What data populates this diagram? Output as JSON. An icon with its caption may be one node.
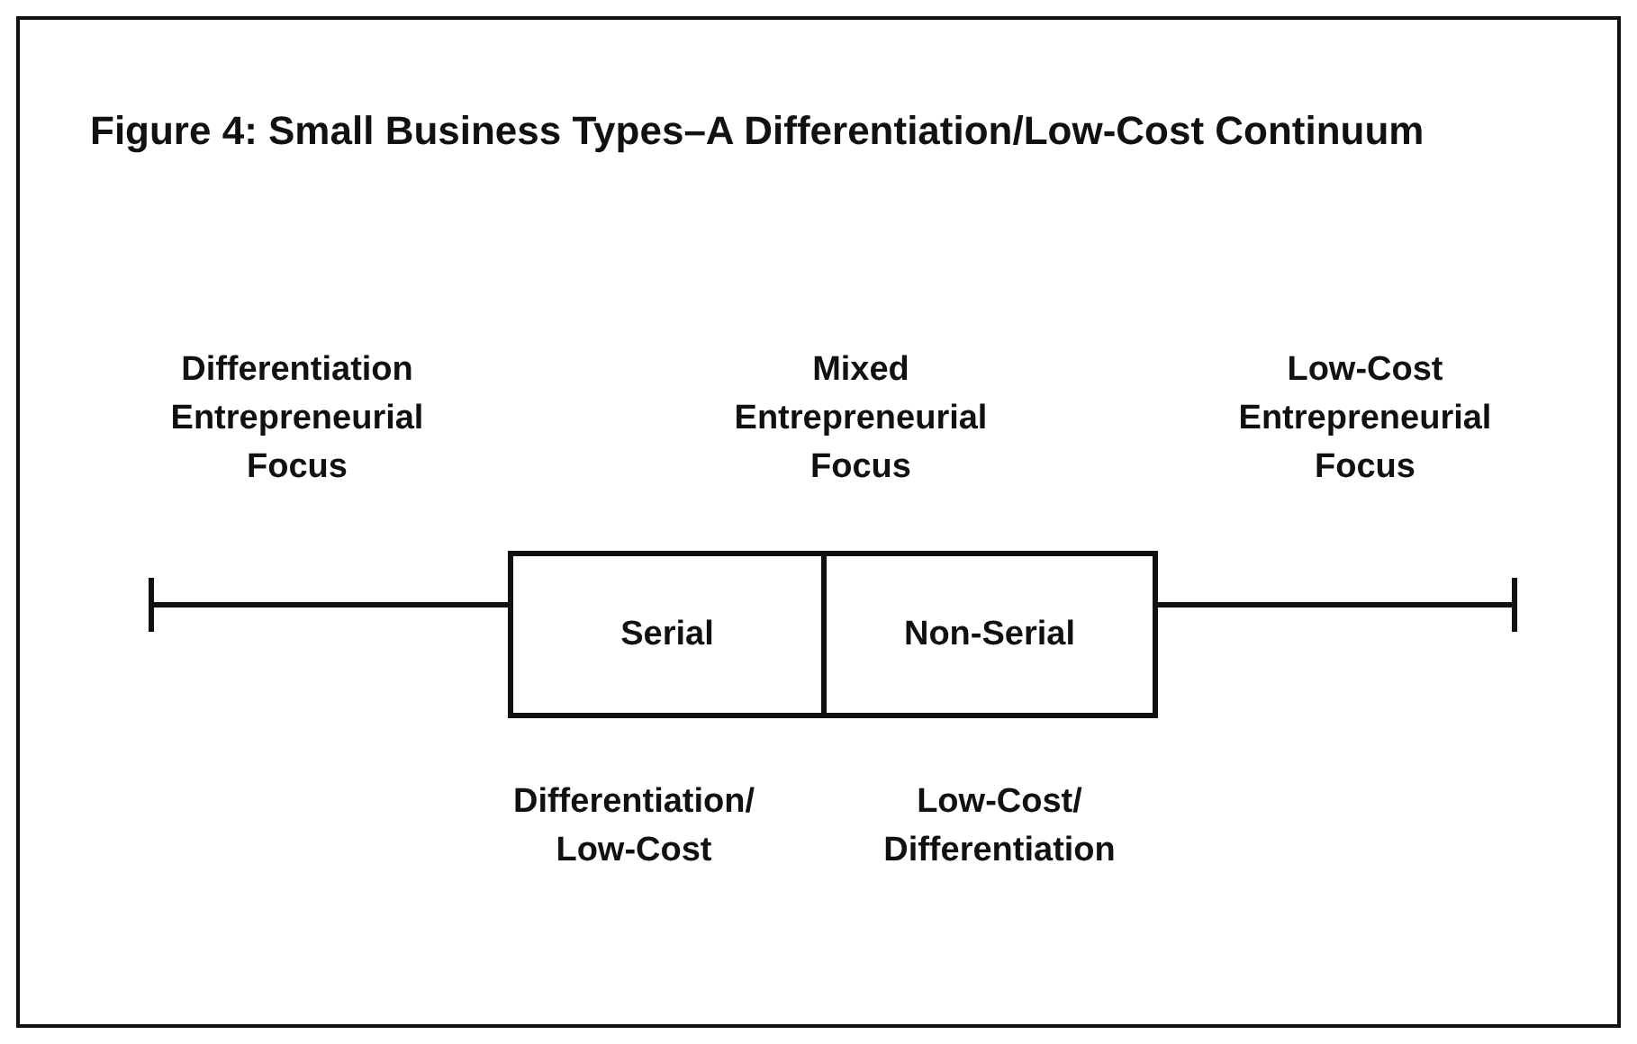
{
  "diagram": {
    "title": "Figure 4: Small Business Types–A Differentiation/Low-Cost Continuum",
    "nodes": [
      {
        "text": [
          "Serial"
        ]
      },
      {
        "text": [
          "Non-Serial"
        ]
      }
    ],
    "labels": [
      "Differentiation Entrepreneurial Focus",
      "Mixed Entrepreneurial Focus",
      "Low-Cost Entrepreneurial Focus",
      "Differentiation/ Low-Cost",
      "Low-Cost/ Differentiation"
    ]
  }
}
